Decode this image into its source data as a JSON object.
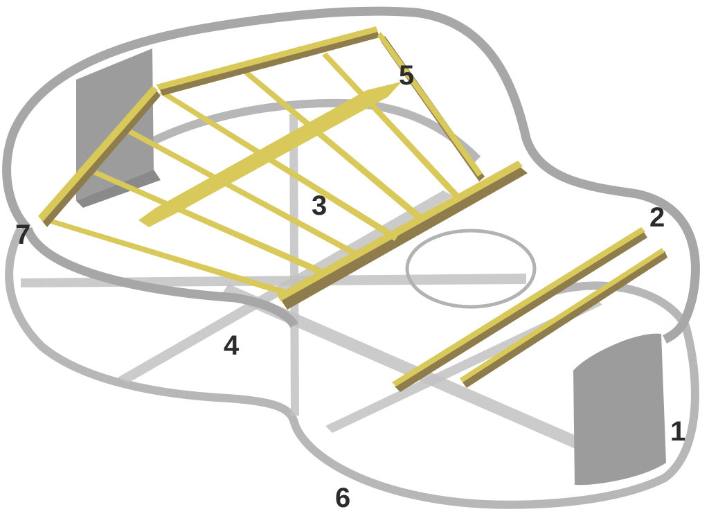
{
  "labels": {
    "1": "1",
    "2": "2",
    "3": "3",
    "4": "4",
    "5": "5",
    "6": "6",
    "7": "7"
  },
  "colors": {
    "brace": "#d8c95a",
    "brace_edge": "#8e7c4c",
    "outline": "#a7a7a7",
    "block": "#9c9c9c",
    "label": "#2b2b2b"
  }
}
